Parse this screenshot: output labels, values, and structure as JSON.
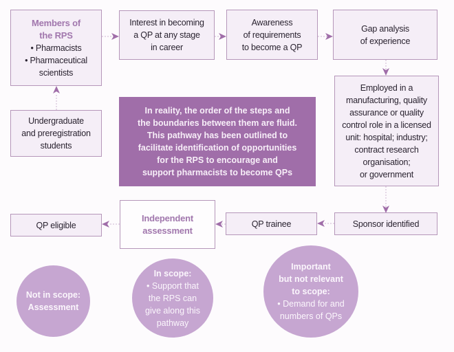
{
  "colors": {
    "box_border": "#b596b9",
    "box_fill": "#f5eef7",
    "accent_text": "#a177ad",
    "note_fill": "#a06ea9",
    "circle_fill": "#c6a6d1",
    "arrow": "#a06ea9"
  },
  "steps": {
    "members": {
      "title": [
        "Members of",
        "the RPS"
      ],
      "bullets": [
        "• Pharmacists",
        "• Pharmaceutical",
        "scientists"
      ]
    },
    "interest": {
      "lines": [
        "Interest in becoming",
        "a QP at any stage",
        "in career"
      ]
    },
    "awareness": {
      "lines": [
        "Awareness",
        "of requirements",
        "to become a QP"
      ]
    },
    "gap": {
      "lines": [
        "Gap analysis",
        "of experience"
      ]
    },
    "undergrad": {
      "lines": [
        "Undergraduate",
        "and preregistration",
        "students"
      ]
    },
    "employed": {
      "lines": [
        "Employed in a",
        "manufacturing, quality",
        "assurance or quality",
        "control role in a licensed",
        "unit: hospital; industry;",
        "contract research",
        "organisation;",
        "or government"
      ]
    },
    "sponsor": {
      "lines": [
        "Sponsor identified"
      ]
    },
    "trainee": {
      "lines": [
        "QP trainee"
      ]
    },
    "assessment": {
      "title": [
        "Independent",
        "assessment"
      ]
    },
    "eligible": {
      "lines": [
        "QP eligible"
      ]
    }
  },
  "note": {
    "lines": [
      "In reality, the order of the steps and",
      "the boundaries between them are fluid.",
      "This pathway has been outlined to",
      "facilitate identification of opportunities",
      "for the RPS to encourage and",
      "support pharmacists to become QPs"
    ]
  },
  "scope": {
    "not_in_scope": {
      "heading": "Not in scope:",
      "lines": [
        "Assessment"
      ]
    },
    "in_scope": {
      "heading": "In scope:",
      "lines": [
        "• Support that",
        "the RPS can",
        "give along this",
        "pathway"
      ]
    },
    "important": {
      "heading": [
        "Important",
        "but not relevant",
        "to scope:"
      ],
      "lines": [
        "• Demand for and",
        "numbers of QPs"
      ]
    }
  }
}
